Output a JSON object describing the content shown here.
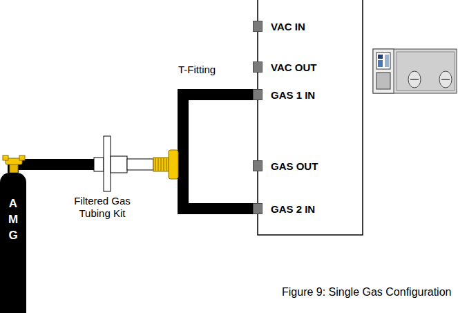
{
  "diagram": {
    "caption": "Figure 9: Single Gas Configuration",
    "nodes": [
      {
        "text": [
          "A M G"
        ]
      },
      {
        "text": [
          "VAC IN"
        ]
      },
      {
        "text": [
          "VAC OUT"
        ]
      },
      {
        "text": [
          "GAS 1 IN"
        ]
      },
      {
        "text": [
          "GAS OUT"
        ]
      },
      {
        "text": [
          "GAS 2 IN"
        ]
      }
    ],
    "edges": [
      {
        "from": 0,
        "to": 3,
        "arrow": "none"
      },
      {
        "from": 0,
        "to": 5,
        "arrow": "none"
      }
    ],
    "labels": [
      "T-Fitting",
      "Filtered Gas Tubing Kit"
    ]
  }
}
